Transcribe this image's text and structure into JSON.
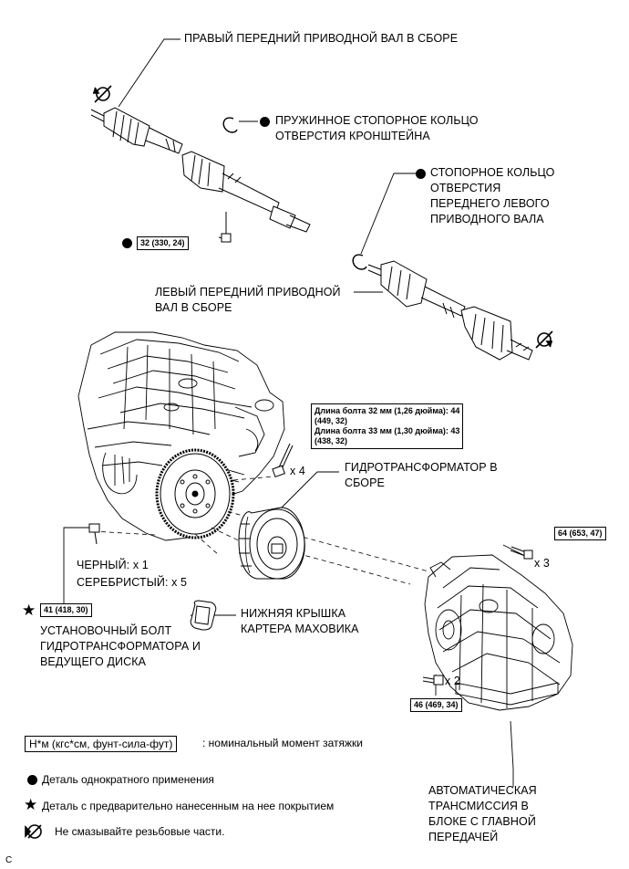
{
  "labels": {
    "right_shaft": "ПРАВЫЙ ПЕРЕДНИЙ ПРИВОДНОЙ ВАЛ В СБОРЕ",
    "snap_ring_bracket": "ПРУЖИННОЕ СТОПОРНОЕ КОЛЬЦО\nОТВЕРСТИЯ КРОНШТЕЙНА",
    "left_snap_ring": "СТОПОРНОЕ КОЛЬЦО\nОТВЕРСТИЯ\nПЕРЕДНЕГО ЛЕВОГО\nПРИВОДНОГО ВАЛА",
    "left_shaft": "ЛЕВЫЙ ПЕРЕДНИЙ ПРИВОДНОЙ\nВАЛ В СБОРЕ",
    "torque_converter": "ГИДРОТРАНСФОРМАТОР В\nСБОРЕ",
    "x4": "x 4",
    "black": "ЧЕРНЫЙ: x 1",
    "silver": "СЕРЕБРИСТЫЙ: x 5",
    "flywheel_cover": "НИЖНЯЯ КРЫШКА\nКАРТЕРА МАХОВИКА",
    "mount_bolt": "УСТАНОВОЧНЫЙ БОЛТ\nГИДРОТРАНСФОРМАТОРА И\nВЕДУЩЕГО ДИСКА",
    "x3": "x 3",
    "x2": "x 2",
    "transaxle": "АВТОМАТИЧЕСКАЯ\nТРАНСМИССИЯ В\nБЛОКЕ С ГЛАВНОЙ\nПЕРЕДАЧЕЙ",
    "corner": "C"
  },
  "torque": {
    "shaft_bolt": "32 (330, 24)",
    "bolt_lengths": "Длина болта 32 мм (1,26 дюйма): 44\n(449, 32)\nДлина болта 33 мм (1,30 дюйма): 43\n(438, 32)",
    "mount_bolt": "41 (418, 30)",
    "upper_trans": "64 (653, 47)",
    "lower_trans": "46 (469, 34)"
  },
  "legend": {
    "unit_box": "Н*м (кгс*см, фунт-сила-фут)",
    "unit_desc": ": номинальный момент затяжки",
    "nonreusable": "Деталь однократного применения",
    "precoated": "Деталь с предварительно нанесенным на нее покрытием",
    "no_lube": "Не смазывайте резьбовые части."
  },
  "icons": [
    "non-reusable-dot-icon",
    "precoated-star-icon",
    "no-lubricate-icon",
    "rotation-arrow-icon"
  ]
}
